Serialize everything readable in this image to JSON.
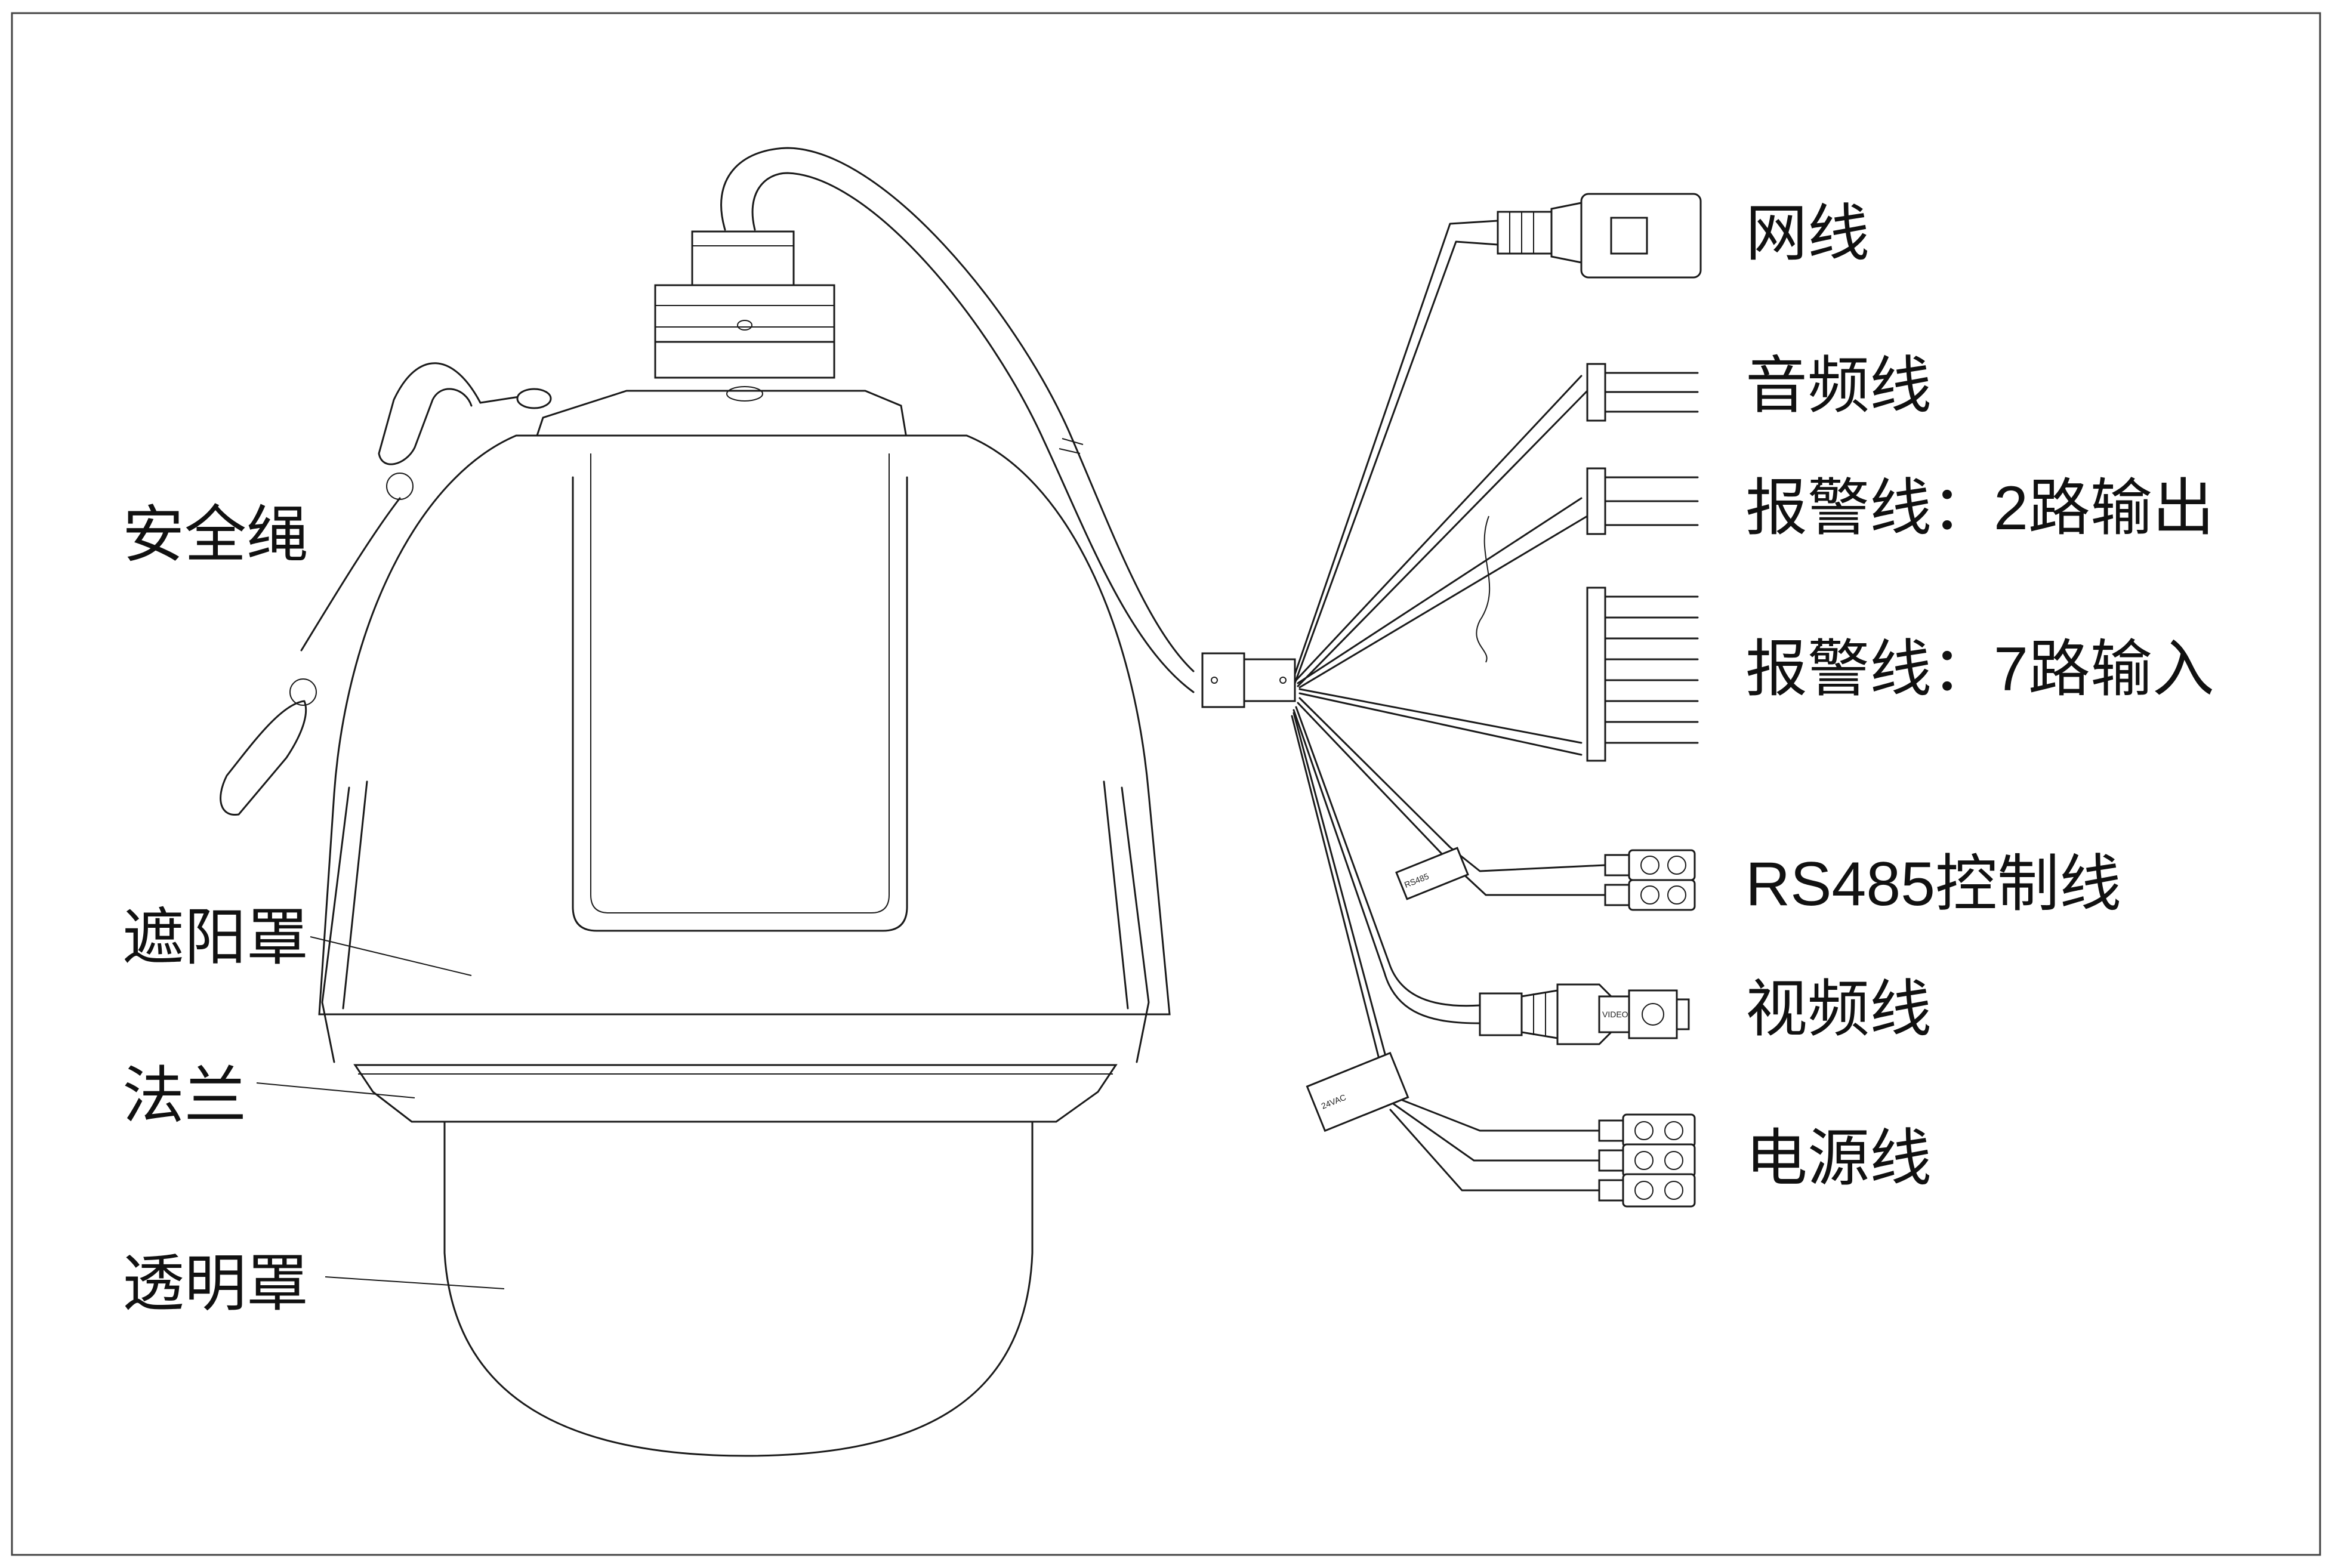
{
  "labels": {
    "safety_rope": "安全绳",
    "sun_shield": "遮阳罩",
    "flange": "法兰",
    "transparent_cover": "透明罩",
    "network_cable": "网线",
    "audio_cable": "音频线",
    "alarm_out": "报警线：2路输出",
    "alarm_in": "报警线：7路输入",
    "rs485": "RS485控制线",
    "video_cable": "视频线",
    "power_cable": "电源线"
  },
  "tags": {
    "video_connector": "VIDEO",
    "rs485_tag": "RS485",
    "power_tag": "24VAC"
  }
}
